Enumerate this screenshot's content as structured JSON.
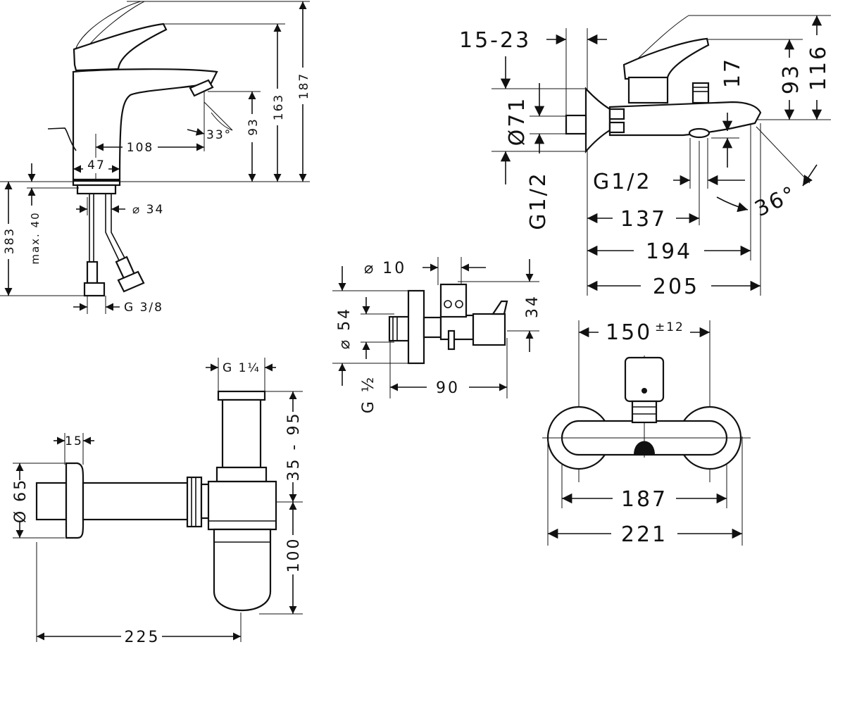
{
  "basin_mixer": {
    "h_total": "187",
    "h_spout_top": "163",
    "h_outlet": "93",
    "spout_reach": "108",
    "base_width": "47",
    "angle": "33°",
    "hole_dia": "⌀ 34",
    "max_thickness": "max. 40",
    "hose_length": "383",
    "hose_thread": "G 3/8"
  },
  "bath_mixer": {
    "wall_range": "15-23",
    "rosette_dia": "Ø71",
    "inlet_thread": "G1/2",
    "outlet_thread": "G1/2",
    "h_17": "17",
    "h_93": "93",
    "h_116": "116",
    "reach_137": "137",
    "reach_194": "194",
    "reach_205": "205",
    "angle": "36°"
  },
  "angle_valve": {
    "dia_10": "⌀ 10",
    "dia_54": "⌀ 54",
    "h_34": "34",
    "len_90": "90",
    "thread": "G ½"
  },
  "bath_mixer_front": {
    "centres": "150",
    "tolerance": "±12",
    "w_187": "187",
    "w_221": "221"
  },
  "siphon": {
    "thread": "G 1¼",
    "rosette_depth": "15",
    "rosette_dia": "Ø 65",
    "adjust": "35 - 95",
    "h_100": "100",
    "len_225": "225"
  }
}
